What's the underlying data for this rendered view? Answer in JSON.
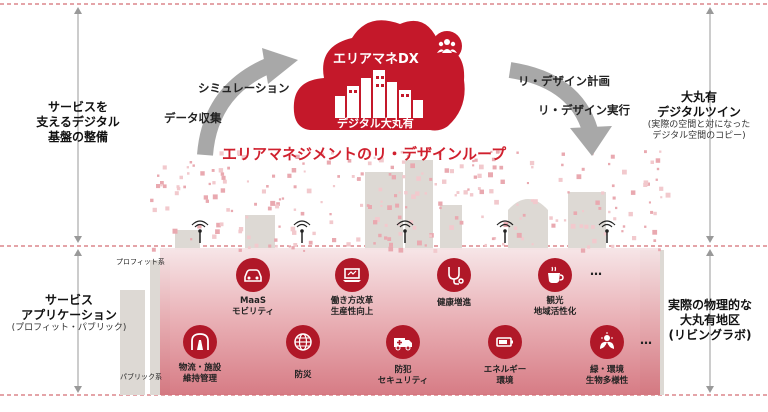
{
  "center": {
    "brand": "エリアマネDX",
    "subtitle": "デジタル大丸有",
    "loop_title": "エリアマネジメントのリ・デザインループ",
    "left_arrow_labels": [
      "シミュレーション",
      "データ収集"
    ],
    "right_arrow_labels": [
      "リ・デザイン計画",
      "リ・デザイン実行"
    ]
  },
  "left_side": {
    "foundation": [
      "サービスを",
      "支えるデジタル",
      "基盤の整備"
    ],
    "service": [
      "サービス",
      "アプリケーション"
    ],
    "service_note": "(プロフィット・パブリック)"
  },
  "right_side": {
    "twin": [
      "大丸有",
      "デジタルツイン"
    ],
    "twin_note": [
      "(実際の空間と対になった",
      "デジタル空間のコピー)"
    ],
    "physical": [
      "実際の物理的な",
      "大丸有地区",
      "(リビングラボ)"
    ]
  },
  "tags": {
    "profit": "プロフィット系",
    "public": "パブリック系"
  },
  "profit_services": [
    {
      "icon": "car-icon",
      "lines": [
        "MaaS",
        "モビリティ"
      ]
    },
    {
      "icon": "laptop-icon",
      "lines": [
        "働き方改革",
        "生産性向上"
      ]
    },
    {
      "icon": "stethoscope-icon",
      "lines": [
        "健康増進"
      ]
    },
    {
      "icon": "coffee-icon",
      "lines": [
        "観光",
        "地域活性化"
      ]
    }
  ],
  "public_services": [
    {
      "icon": "tunnel-icon",
      "lines": [
        "物流・施設",
        "維持管理"
      ]
    },
    {
      "icon": "globe-icon",
      "lines": [
        "防災"
      ]
    },
    {
      "icon": "ambulance-icon",
      "lines": [
        "防犯",
        "セキュリティ"
      ]
    },
    {
      "icon": "battery-icon",
      "lines": [
        "エネルギー",
        "環境"
      ]
    },
    {
      "icon": "leaf-icon",
      "lines": [
        "緑・環境",
        "生物多様性"
      ]
    }
  ],
  "more": "…",
  "colors": {
    "brand_red": "#b01828",
    "loop_red": "#d0202e",
    "arrow_gray": "#a8a8a8"
  }
}
